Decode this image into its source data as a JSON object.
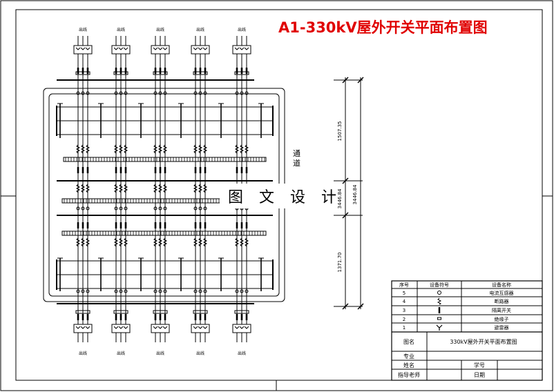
{
  "title": "A1-330kV屋外开关平面布置图",
  "watermark": "图 文 设 计",
  "passage_label": [
    "通",
    "道"
  ],
  "line_label": "出线",
  "dimensions": {
    "upper": "1507.35",
    "middle": "3446.84",
    "lower": "1371.70"
  },
  "legend": {
    "headers": [
      "序号",
      "设备符号",
      "设备名称"
    ],
    "rows": [
      {
        "no": "5",
        "symbol": "circle",
        "name": "电流互感器"
      },
      {
        "no": "4",
        "symbol": "breaker",
        "name": "断路器"
      },
      {
        "no": "3",
        "symbol": "disconnector",
        "name": "隔离开关"
      },
      {
        "no": "2",
        "symbol": "terminal",
        "name": "绝缘子"
      },
      {
        "no": "1",
        "symbol": "arrester",
        "name": "避雷器"
      }
    ]
  },
  "title_block": {
    "drawing_name_label": "图名",
    "drawing_name": "330kV屋外开关平面布置图",
    "major_label": "专业",
    "name_label": "姓名",
    "student_no_label": "学号",
    "advisor_label": "指导老师",
    "date_label": "日期"
  }
}
